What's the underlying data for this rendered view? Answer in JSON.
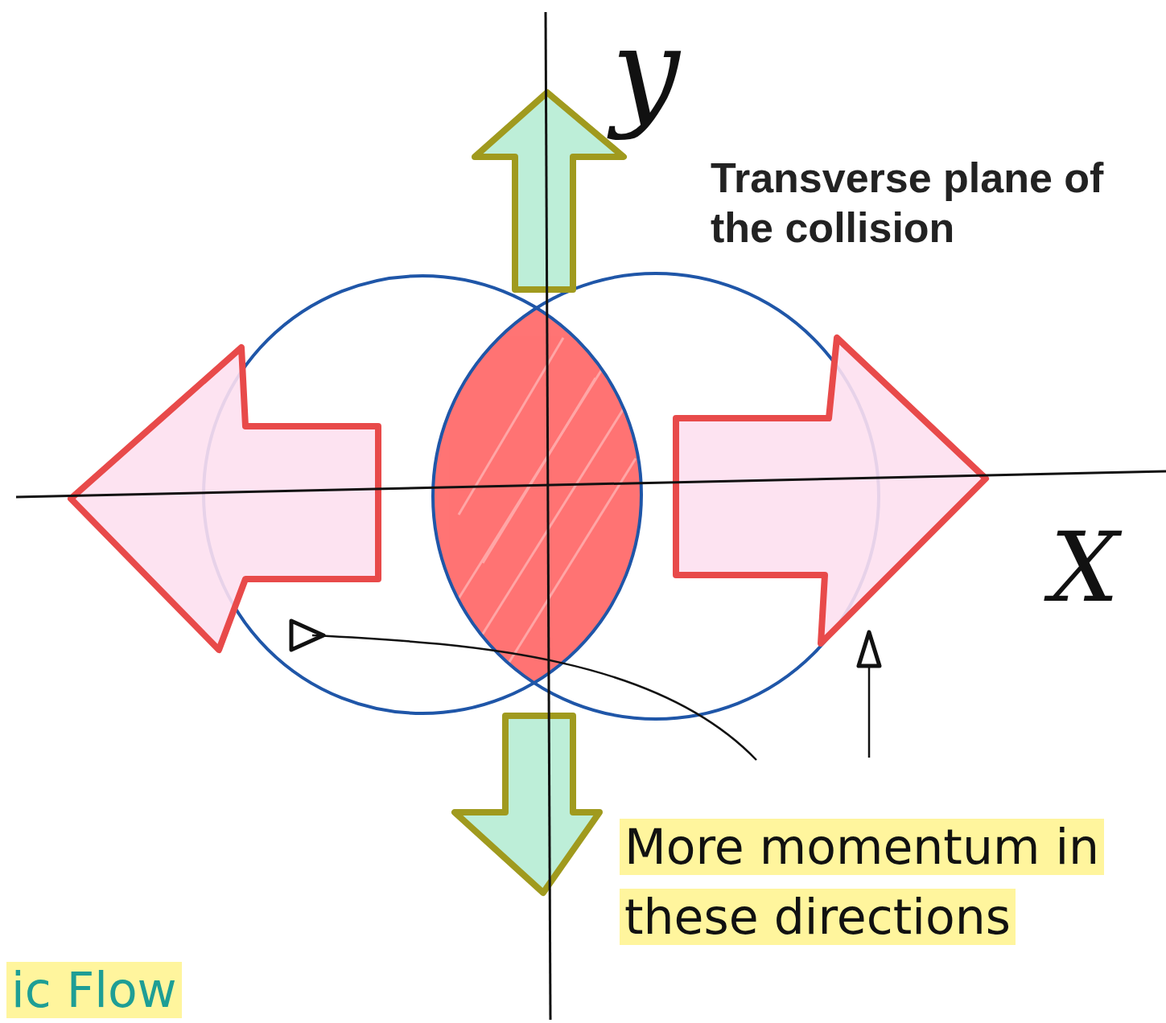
{
  "diagram": {
    "labels": [
      "y",
      "Transverse plane of the collision",
      "X",
      "More momentum in these directions",
      "ic Flow"
    ]
  }
}
